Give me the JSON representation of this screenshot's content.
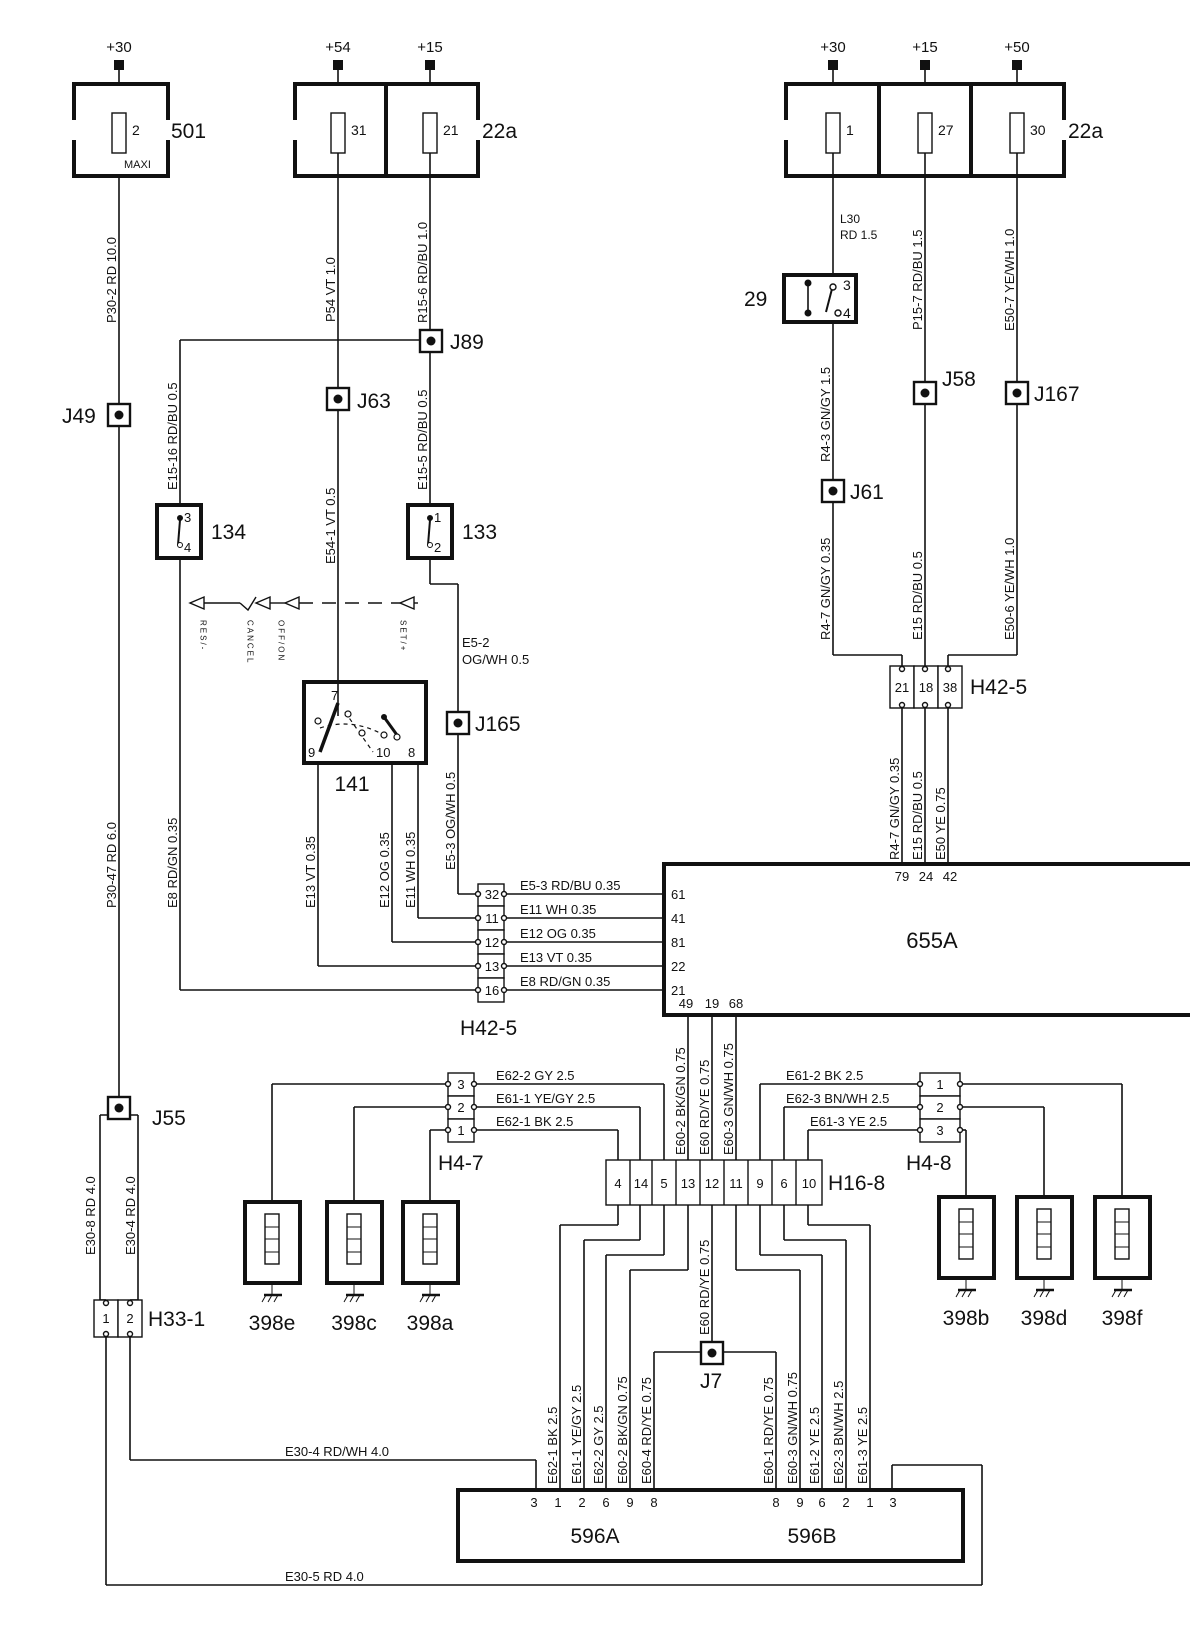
{
  "supply": {
    "a": "+30",
    "b": "+54",
    "c": "+15",
    "d": "+30",
    "e": "+15",
    "f": "+50"
  },
  "fuseboxes": {
    "box501": {
      "id": "501",
      "fuse": "2",
      "type": "MAXI"
    },
    "box22a_left": {
      "id": "22a",
      "fuse1": "31",
      "fuse2": "21"
    },
    "box22a_right": {
      "id": "22a",
      "fuse1": "1",
      "fuse2": "27",
      "fuse3": "30"
    }
  },
  "components": {
    "c29": "29",
    "c134": "134",
    "c133": "133",
    "c141": "141",
    "ecu": "655A",
    "amp_a": "596A",
    "amp_b": "596B",
    "spk_e": "398e",
    "spk_c": "398c",
    "spk_a": "398a",
    "spk_b": "398b",
    "spk_d": "398d",
    "spk_f": "398f"
  },
  "switch_labels": {
    "res": "RES/-",
    "cancel": "CANCEL",
    "offon": "OFF/ON",
    "set": "SET/+"
  },
  "switch29_pins": [
    "3",
    "4"
  ],
  "switch134_pins": [
    "3",
    "4"
  ],
  "switch133_pins": [
    "1",
    "2"
  ],
  "switch141_pins": [
    "7",
    "9",
    "10",
    "8"
  ],
  "junctions": {
    "j49": "J49",
    "j89": "J89",
    "j63": "J63",
    "j58": "J58",
    "j167": "J167",
    "j61": "J61",
    "j165": "J165",
    "j55": "J55",
    "j7": "J7"
  },
  "connectors": {
    "h42_5_top": {
      "name": "H42-5",
      "pins": [
        "21",
        "18",
        "38"
      ]
    },
    "h42_5_left": {
      "name": "H42-5",
      "pins": [
        "32",
        "11",
        "12",
        "13",
        "16"
      ]
    },
    "h4_7": {
      "name": "H4-7",
      "pins": [
        "3",
        "2",
        "1"
      ]
    },
    "h4_8": {
      "name": "H4-8",
      "pins": [
        "1",
        "2",
        "3"
      ]
    },
    "h16_8": {
      "name": "H16-8",
      "pins": [
        "4",
        "14",
        "5",
        "13",
        "12",
        "11",
        "9",
        "6",
        "10"
      ]
    },
    "h33_1": {
      "name": "H33-1",
      "pins": [
        "1",
        "2"
      ]
    }
  },
  "ecu_pins": {
    "left": [
      "61",
      "41",
      "81",
      "22",
      "21"
    ],
    "top": [
      "79",
      "24",
      "42"
    ],
    "bottom": [
      "49",
      "19",
      "68"
    ]
  },
  "amp_pins": [
    "3",
    "1",
    "2",
    "6",
    "9",
    "8",
    "8",
    "9",
    "6",
    "2",
    "1",
    "3"
  ],
  "wires": {
    "p30_2": "P30-2  RD  10.0",
    "p54": "P54  VT  1.0",
    "r15_6": "R15-6  RD/BU  1.0",
    "l30": "L30",
    "l30b": "RD  1.5",
    "r4_3": "R4-3  GN/GY  1.5",
    "p15_7": "P15-7  RD/BU  1.5",
    "e50_7": "E50-7  YE/WH  1.0",
    "e15_16": "E15-16  RD/BU  0.5",
    "e15_5": "E15-5  RD/BU  0.5",
    "e54_1": "E54-1  VT  0.5",
    "r4_7a": "R4-7  GN/GY  0.35",
    "e15a": "E15  RD/BU  0.5",
    "e50_6": "E50-6  YE/WH  1.0",
    "e5_2a": "E5-2",
    "e5_2b": "OG/WH  0.5",
    "r4_7b": "R4-7  GN/GY  0.35",
    "e15b": "E15  RD/BU  0.5",
    "e50": "E50  YE  0.75",
    "p30_47": "P30-47  RD  6.0",
    "e8v": "E8  RD/GN  0.35",
    "e13v": "E13  VT  0.35",
    "e12v": "E12  OG  0.35",
    "e11v": "E11  WH  0.35",
    "e5_3v": "E5-3  OG/WH  0.5",
    "e5_3h": "E5-3   RD/BU   0.35",
    "e11h": "E11   WH   0.35",
    "e12h": "E12   OG   0.35",
    "e13h": "E13   VT   0.35",
    "e8h": "E8   RD/GN   0.35",
    "e62_2h": "E62-2   GY   2.5",
    "e61_1h": "E61-1   YE/GY   2.5",
    "e62_1h": "E62-1   BK   2.5",
    "e61_2h": "E61-2   BK   2.5",
    "e62_3h": "E62-3   BN/WH   2.5",
    "e61_3h": "E61-3   YE   2.5",
    "e60_2v": "E60-2   BK/GN   0.75",
    "e60v": "E60   RD/YE   0.75",
    "e60_3v": "E60-3   GN/WH   0.75",
    "e60j7": "E60   RD/YE   0.75",
    "e30_8": "E30-8   RD   4.0",
    "e30_4v": "E30-4   RD   4.0",
    "e30_4h": "E30-4    RD/WH    4.0",
    "e30_5h": "E30-5    RD    4.0",
    "b_e62_1": "E62-1   BK   2.5",
    "b_e61_1": "E61-1   YE/GY   2.5",
    "b_e62_2": "E62-2   GY   2.5",
    "b_e60_2": "E60-2   BK/GN   0.75",
    "b_e60_4": "E60-4   RD/YE   0.75",
    "b_e60_1": "E60-1   RD/YE   0.75",
    "b_e60_3": "E60-3   GN/WH   0.75",
    "b_e61_2": "E61-2   YE   2.5",
    "b_e62_3": "E62-3   BN/WH   2.5",
    "b_e61_3": "E61-3   YE   2.5"
  }
}
